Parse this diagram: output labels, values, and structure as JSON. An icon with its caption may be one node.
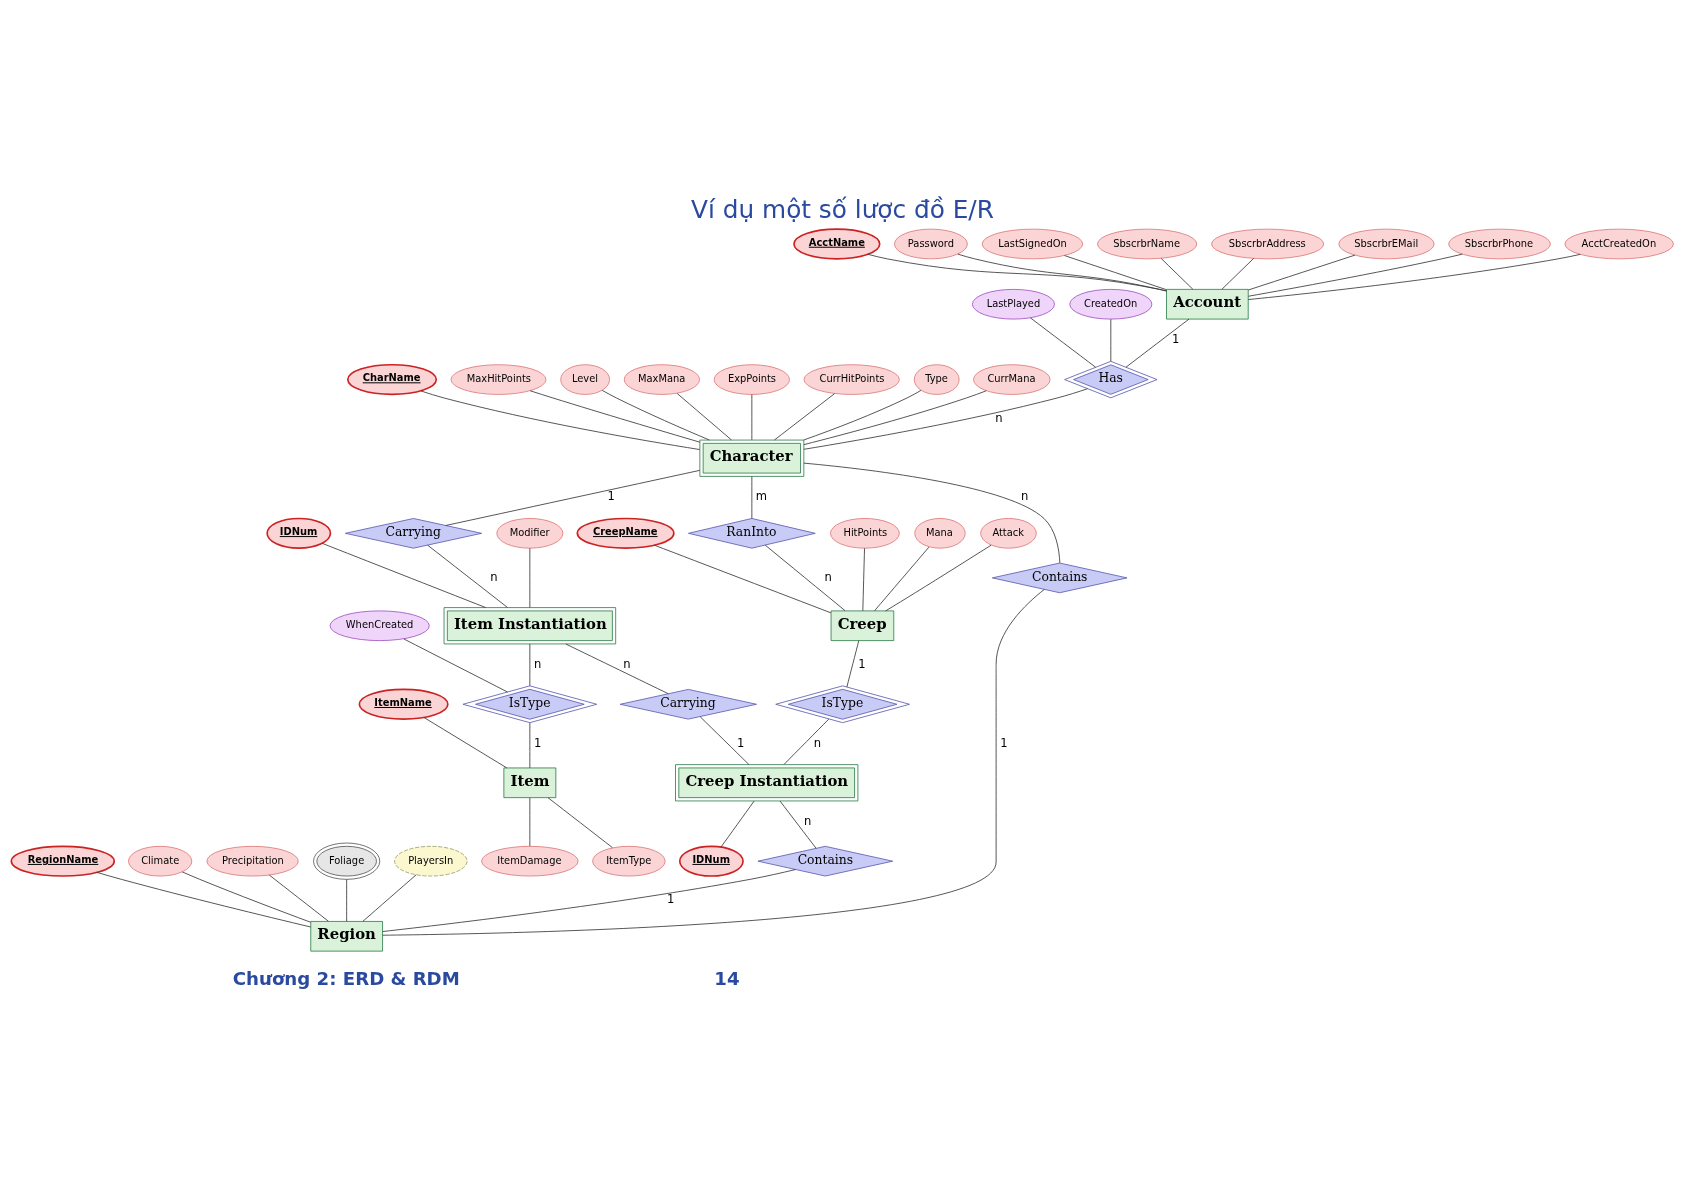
{
  "diagram": {
    "title": "Ví dụ một số lược đồ E/R",
    "nodes": [
      {
        "text": [
          "RegionName"
        ]
      },
      {
        "text": [
          "Climate"
        ]
      },
      {
        "text": [
          "Precipitation"
        ]
      },
      {
        "text": [
          "Foliage"
        ]
      },
      {
        "text": [
          "PlayersIn"
        ]
      },
      {
        "text": [
          "CharName"
        ]
      },
      {
        "text": [
          "MaxHitPoints"
        ]
      },
      {
        "text": [
          "Level"
        ]
      },
      {
        "text": [
          "MaxMana"
        ]
      },
      {
        "text": [
          "AcctName"
        ]
      },
      {
        "text": [
          "Password"
        ]
      },
      {
        "text": [
          "LastPlayed"
        ]
      },
      {
        "text": [
          "ExpPoints"
        ]
      },
      {
        "text": [
          "CurrHitPoints"
        ]
      },
      {
        "text": [
          "CreatedOn"
        ]
      },
      {
        "text": [
          "Type"
        ]
      },
      {
        "text": [
          "CurrMana"
        ]
      },
      {
        "text": [
          "LastSignedOn"
        ]
      },
      {
        "text": [
          "SbscrbrName"
        ]
      },
      {
        "text": [
          "Account"
        ]
      },
      {
        "text": [
          "Has"
        ]
      },
      {
        "text": [
          "Character"
        ]
      },
      {
        "text": [
          "Contains"
        ]
      },
      {
        "text": [
          "Region"
        ]
      },
      {
        "text": [
          "SbscrbrAddress"
        ]
      },
      {
        "text": [
          "SbscrbrEMail"
        ]
      },
      {
        "text": [
          "Carrying"
        ]
      },
      {
        "text": [
          "SbscrbrPhone"
        ]
      },
      {
        "text": [
          "AcctCreatedOn"
        ]
      },
      {
        "text": [
          "ItemName"
        ]
      },
      {
        "text": [
          "IDNum"
        ]
      },
      {
        "text": [
          "RanInto"
        ]
      },
      {
        "text": [
          "Item Instantiation"
        ]
      },
      {
        "text": [
          "IsType"
        ]
      },
      {
        "text": [
          "Item"
        ]
      },
      {
        "text": [
          "Modifier"
        ]
      },
      {
        "text": [
          "ItemType"
        ]
      },
      {
        "text": [
          "WhenCreated"
        ]
      },
      {
        "text": [
          "Carrying"
        ]
      },
      {
        "text": [
          "ItemDamage"
        ]
      },
      {
        "text": [
          "CreepName"
        ]
      },
      {
        "text": [
          "HitPoints"
        ]
      },
      {
        "text": [
          "Creep"
        ]
      },
      {
        "text": [
          "IsType"
        ]
      },
      {
        "text": [
          "Creep Instantiation"
        ]
      },
      {
        "text": [
          "Contains"
        ]
      },
      {
        "text": [
          "Mana"
        ]
      },
      {
        "text": [
          "Attack"
        ]
      },
      {
        "text": [
          "IDNum"
        ]
      }
    ],
    "edges": [
      {
        "from": 0,
        "to": 23,
        "arrow": "none"
      },
      {
        "from": 1,
        "to": 23,
        "arrow": "none"
      },
      {
        "from": 2,
        "to": 23,
        "arrow": "none"
      },
      {
        "from": 3,
        "to": 23,
        "arrow": "none"
      },
      {
        "from": 4,
        "to": 23,
        "arrow": "none"
      },
      {
        "from": 5,
        "to": 21,
        "arrow": "none"
      },
      {
        "from": 7,
        "to": 21,
        "arrow": "none"
      },
      {
        "from": 12,
        "to": 21,
        "arrow": "none"
      },
      {
        "from": 15,
        "to": 21,
        "arrow": "none"
      },
      {
        "from": 6,
        "to": 21,
        "arrow": "none"
      },
      {
        "from": 8,
        "to": 21,
        "arrow": "none"
      },
      {
        "from": 13,
        "to": 21,
        "arrow": "none"
      },
      {
        "from": 16,
        "to": 21,
        "arrow": "none"
      },
      {
        "from": 9,
        "to": 19,
        "arrow": "none"
      },
      {
        "from": 10,
        "to": 19,
        "arrow": "none"
      },
      {
        "from": 17,
        "to": 19,
        "arrow": "none"
      },
      {
        "from": 18,
        "to": 19,
        "arrow": "none"
      },
      {
        "from": 24,
        "to": 19,
        "arrow": "none"
      },
      {
        "from": 25,
        "to": 19,
        "arrow": "none"
      },
      {
        "from": 27,
        "to": 19,
        "arrow": "none"
      },
      {
        "from": 28,
        "to": 19,
        "arrow": "none"
      },
      {
        "from": 11,
        "to": 20,
        "arrow": "none"
      },
      {
        "from": 14,
        "to": 20,
        "arrow": "none"
      },
      {
        "from": 19,
        "to": 20,
        "arrow": "none",
        "label": "1"
      },
      {
        "from": 20,
        "to": 21,
        "arrow": "none",
        "label": "n"
      },
      {
        "from": 21,
        "to": 22,
        "arrow": "none",
        "label": "n"
      },
      {
        "from": 22,
        "to": 23,
        "arrow": "none",
        "label": "1"
      },
      {
        "from": 21,
        "to": 26,
        "arrow": "none",
        "label": "1"
      },
      {
        "from": 26,
        "to": 32,
        "arrow": "none",
        "label": "n"
      },
      {
        "from": 21,
        "to": 31,
        "arrow": "none",
        "label": "m"
      },
      {
        "from": 31,
        "to": 42,
        "arrow": "none",
        "label": "n"
      },
      {
        "from": 29,
        "to": 34,
        "arrow": "none"
      },
      {
        "from": 30,
        "to": 32,
        "arrow": "none"
      },
      {
        "from": 35,
        "to": 32,
        "arrow": "none"
      },
      {
        "from": 32,
        "to": 33,
        "arrow": "none",
        "label": "n"
      },
      {
        "from": 33,
        "to": 34,
        "arrow": "none",
        "label": "1"
      },
      {
        "from": 37,
        "to": 33,
        "arrow": "none"
      },
      {
        "from": 34,
        "to": 36,
        "arrow": "none"
      },
      {
        "from": 34,
        "to": 39,
        "arrow": "none"
      },
      {
        "from": 32,
        "to": 38,
        "arrow": "none",
        "label": "n"
      },
      {
        "from": 38,
        "to": 44,
        "arrow": "none",
        "label": "1"
      },
      {
        "from": 40,
        "to": 42,
        "arrow": "none"
      },
      {
        "from": 41,
        "to": 42,
        "arrow": "none"
      },
      {
        "from": 46,
        "to": 42,
        "arrow": "none"
      },
      {
        "from": 47,
        "to": 42,
        "arrow": "none"
      },
      {
        "from": 42,
        "to": 43,
        "arrow": "none",
        "label": "1"
      },
      {
        "from": 43,
        "to": 44,
        "arrow": "none",
        "label": "n"
      },
      {
        "from": 44,
        "to": 45,
        "arrow": "none",
        "label": "n"
      },
      {
        "from": 45,
        "to": 23,
        "arrow": "none",
        "label": "1"
      },
      {
        "from": 44,
        "to": 48,
        "arrow": "none"
      }
    ],
    "labels": [
      "Chương 2: ERD & RDM",
      "14"
    ]
  }
}
